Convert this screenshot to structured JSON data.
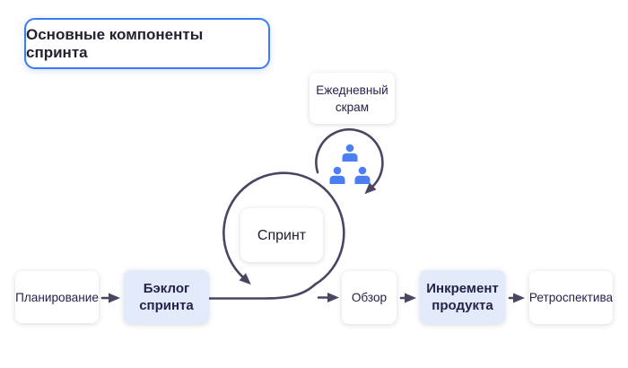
{
  "title": "Основные компоненты спринта",
  "nodes": {
    "planning": {
      "label": "Планирование"
    },
    "sprint_backlog": {
      "label": "Бэклог\nспринта"
    },
    "sprint": {
      "label": "Спринт"
    },
    "daily_scrum": {
      "label": "Ежедневный\nскрам"
    },
    "review": {
      "label": "Обзор"
    },
    "product_increment": {
      "label": "Инкремент\nпродукта"
    },
    "retrospective": {
      "label": "Ретроспектива"
    }
  },
  "icons": {
    "daily_scrum_members": "person-icon"
  },
  "colors": {
    "background": "#ffffff",
    "title_border": "#3d7af5",
    "line": "#4a4661",
    "node_fill": "#ffffff",
    "node_fill_highlight": "#e3eaf9",
    "text": "#26224a",
    "person_icon": "#4c7df3"
  }
}
